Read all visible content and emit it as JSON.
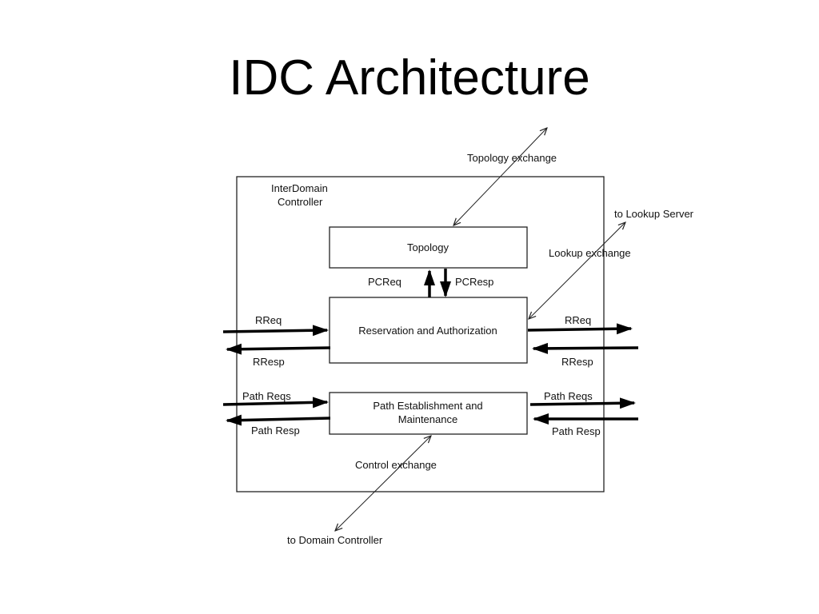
{
  "title": "IDC Architecture",
  "diagram": {
    "container_label_line1": "InterDomain",
    "container_label_line2": "Controller",
    "topology_box": "Topology",
    "reservation_box": "Reservation and Authorization",
    "path_box_line1": "Path Establishment and",
    "path_box_line2": "Maintenance",
    "topology_exchange": "Topology exchange",
    "to_lookup_server": "to Lookup Server",
    "lookup_exchange": "Lookup exchange",
    "pcreq": "PCReq",
    "pcresp": "PCResp",
    "rreq_left": "RReq",
    "rresp_left": "RResp",
    "rreq_right": "RReq",
    "rresp_right": "RResp",
    "path_reqs_left": "Path Reqs",
    "path_resp_left": "Path Resp",
    "path_reqs_right": "Path Reqs",
    "path_resp_right": "Path Resp",
    "control_exchange": "Control exchange",
    "to_domain_controller": "to Domain Controller"
  }
}
